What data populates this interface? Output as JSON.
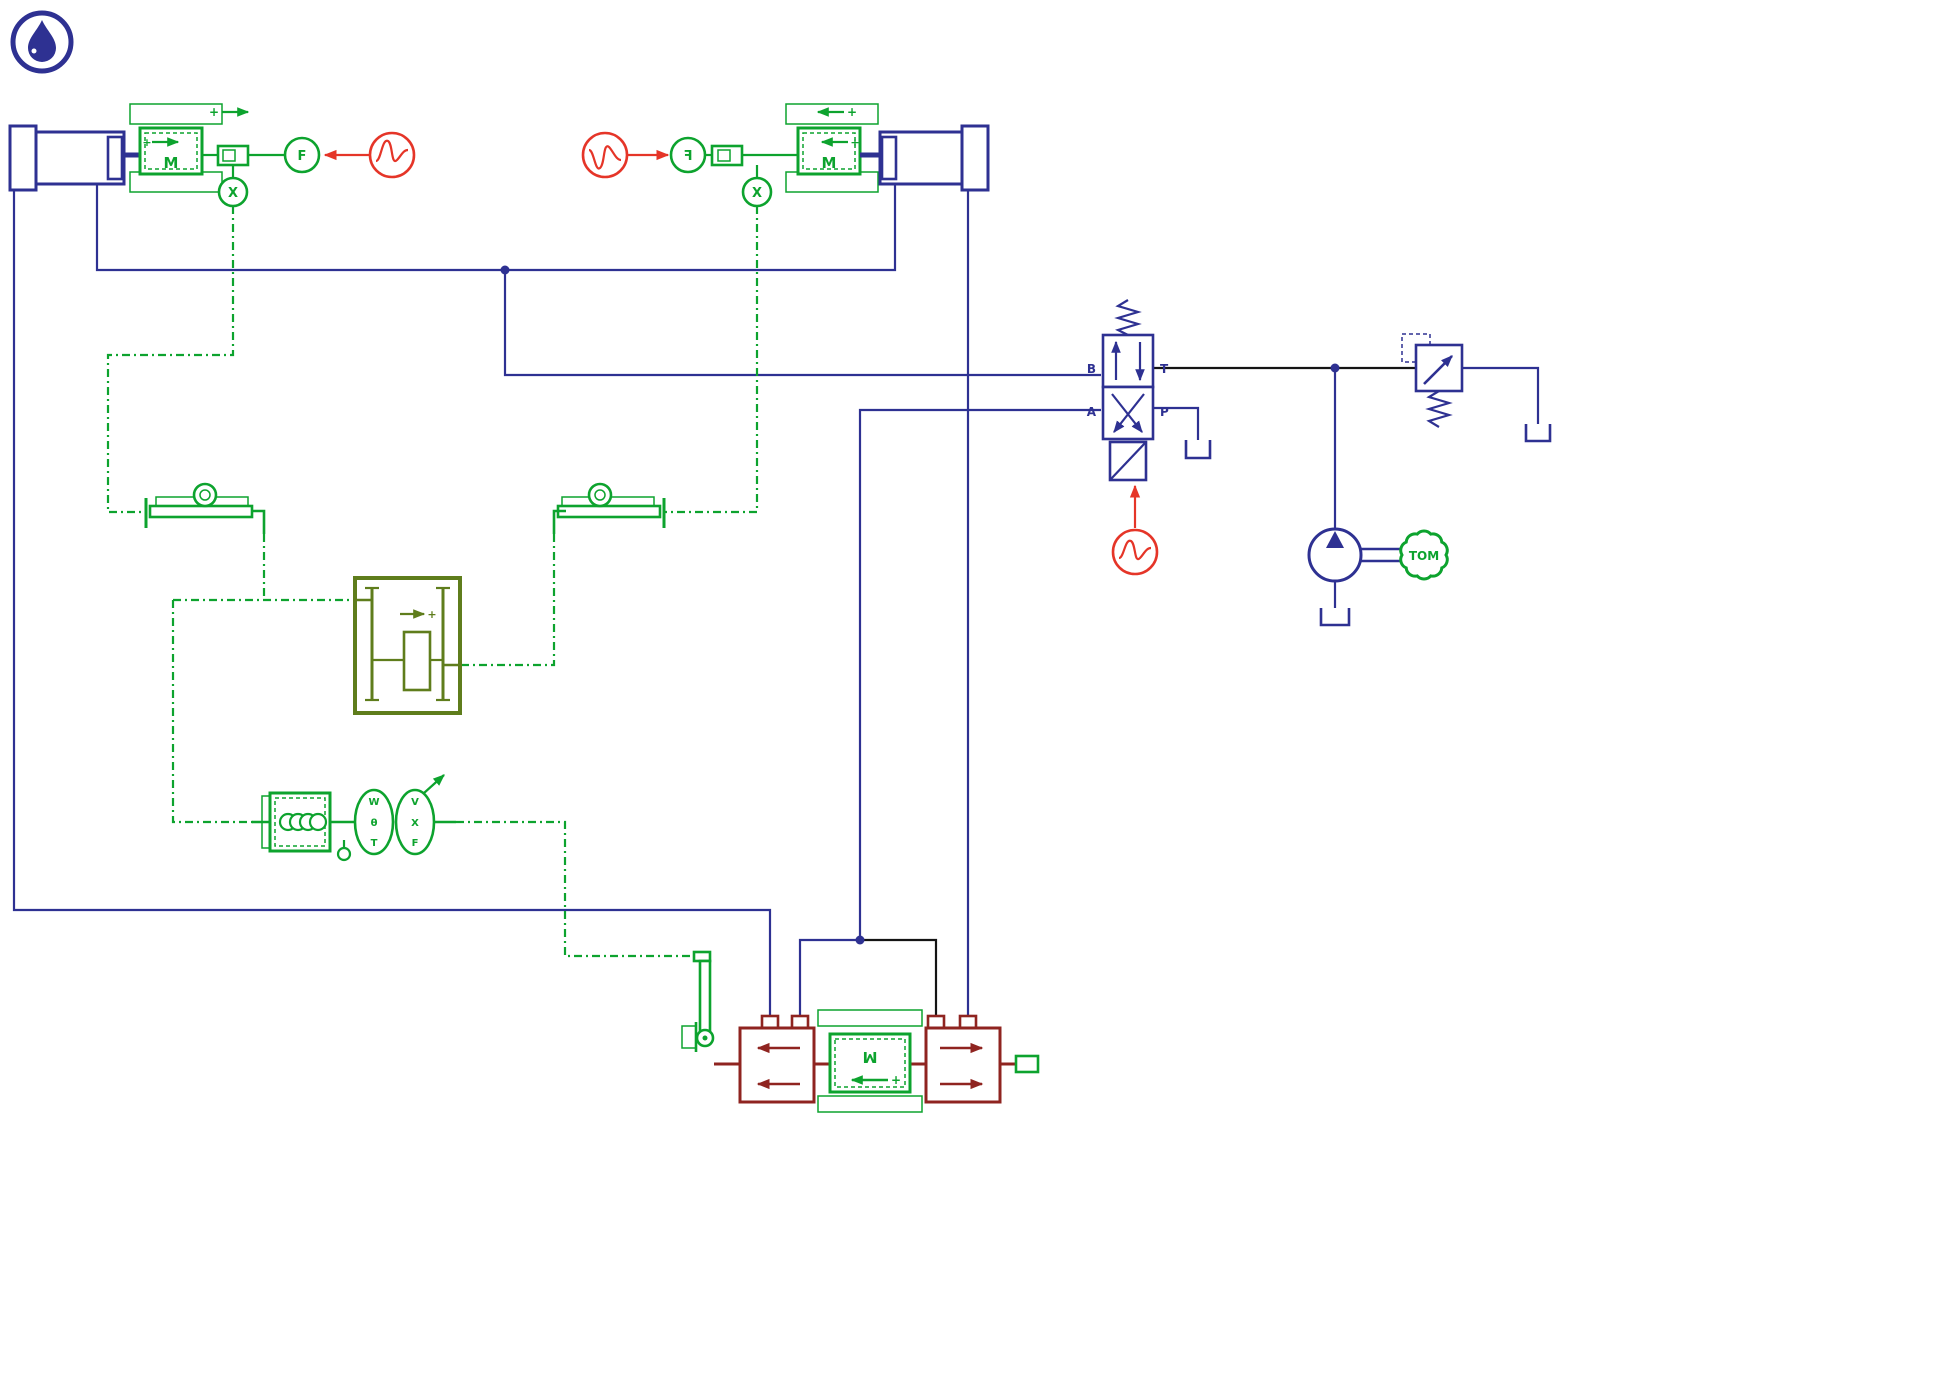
{
  "colors": {
    "blue": "#2e3192",
    "green": "#0da32e",
    "olive": "#5f7d1c",
    "red": "#e53528",
    "maroon": "#8f2420",
    "black": "#141414"
  },
  "actuator_left": {
    "mass_label": "M",
    "plus": "+",
    "sensor_label": "X",
    "force_label": "F"
  },
  "actuator_right": {
    "mass_label": "M",
    "plus": "+",
    "sensor_label": "X",
    "force_label": "F"
  },
  "gearbox": {
    "plus": "+"
  },
  "directional_valve": {
    "port_a": "A",
    "port_b": "B",
    "port_p": "P",
    "port_t": "T"
  },
  "pump_unit": {
    "motor_label": "TOM"
  },
  "converters": {
    "rotary": [
      "W",
      "θ",
      "T"
    ],
    "linear": [
      "V",
      "X",
      "F"
    ]
  },
  "bottom_valve": {
    "mass_label": "M",
    "plus": "+"
  }
}
